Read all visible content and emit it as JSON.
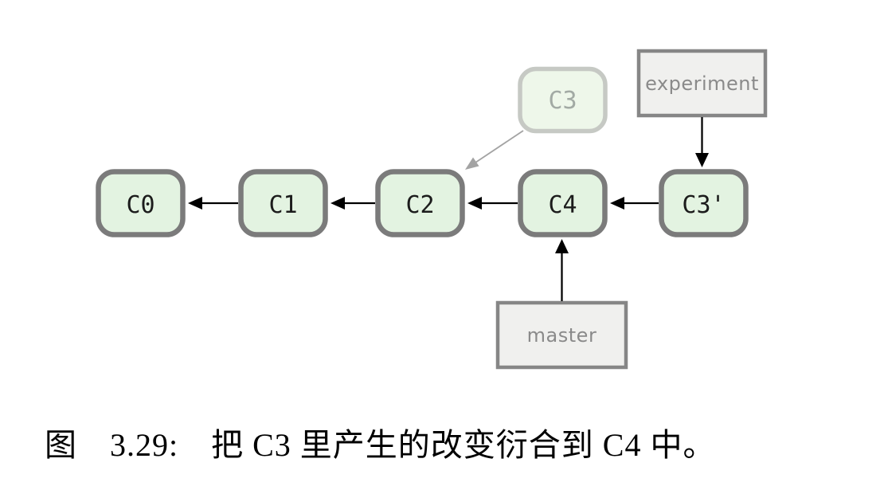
{
  "figure": {
    "caption": "图　3.29:　把 C3 里产生的改变衍合到 C4 中。"
  },
  "diagram": {
    "commits": [
      {
        "id": "C0"
      },
      {
        "id": "C1"
      },
      {
        "id": "C2"
      },
      {
        "id": "C4"
      },
      {
        "id": "C3'"
      }
    ],
    "ghost_commit": {
      "id": "C3"
    },
    "branches": [
      {
        "name": "experiment",
        "points_to": "C3'"
      },
      {
        "name": "master",
        "points_to": "C4"
      }
    ],
    "colors": {
      "background": "#ffffff",
      "node_fill": "#e3f3e1",
      "node_stroke": "#7b7b7b",
      "node_text": "#1c1c1c",
      "ghost_fill": "#eef7ea",
      "ghost_stroke": "#c6c9c4",
      "ghost_text": "#a2aaa4",
      "label_fill": "#f0f0ee",
      "label_stroke": "#868686",
      "label_text": "#8a8a8a",
      "arrow_black": "#000000",
      "arrow_gray": "#a3a3a3"
    }
  }
}
